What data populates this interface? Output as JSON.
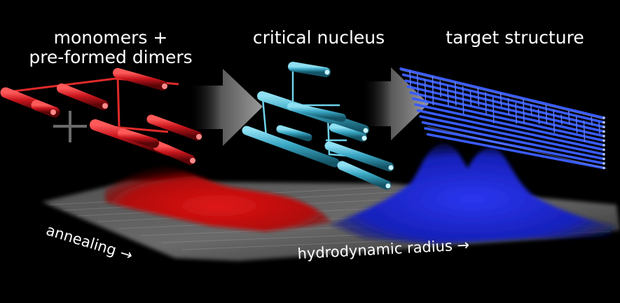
{
  "labels": {
    "monomers": "monomers +",
    "dimers": "pre-formed  dimers",
    "nucleus": "critical nucleus",
    "target": "target structure"
  },
  "axes": {
    "annealing": "annealing →",
    "radius": "hydrodynamic radius →"
  },
  "colors": {
    "background": "#000000",
    "monomer_rods": "#c8161d",
    "nucleus_rods": "#3aa7c4",
    "target_rods": "#2541d8",
    "surface_red": "#d01010",
    "surface_blue": "#1a22d8",
    "surface_base": "#9a9a9a",
    "arrow": "#8c8c8c"
  }
}
